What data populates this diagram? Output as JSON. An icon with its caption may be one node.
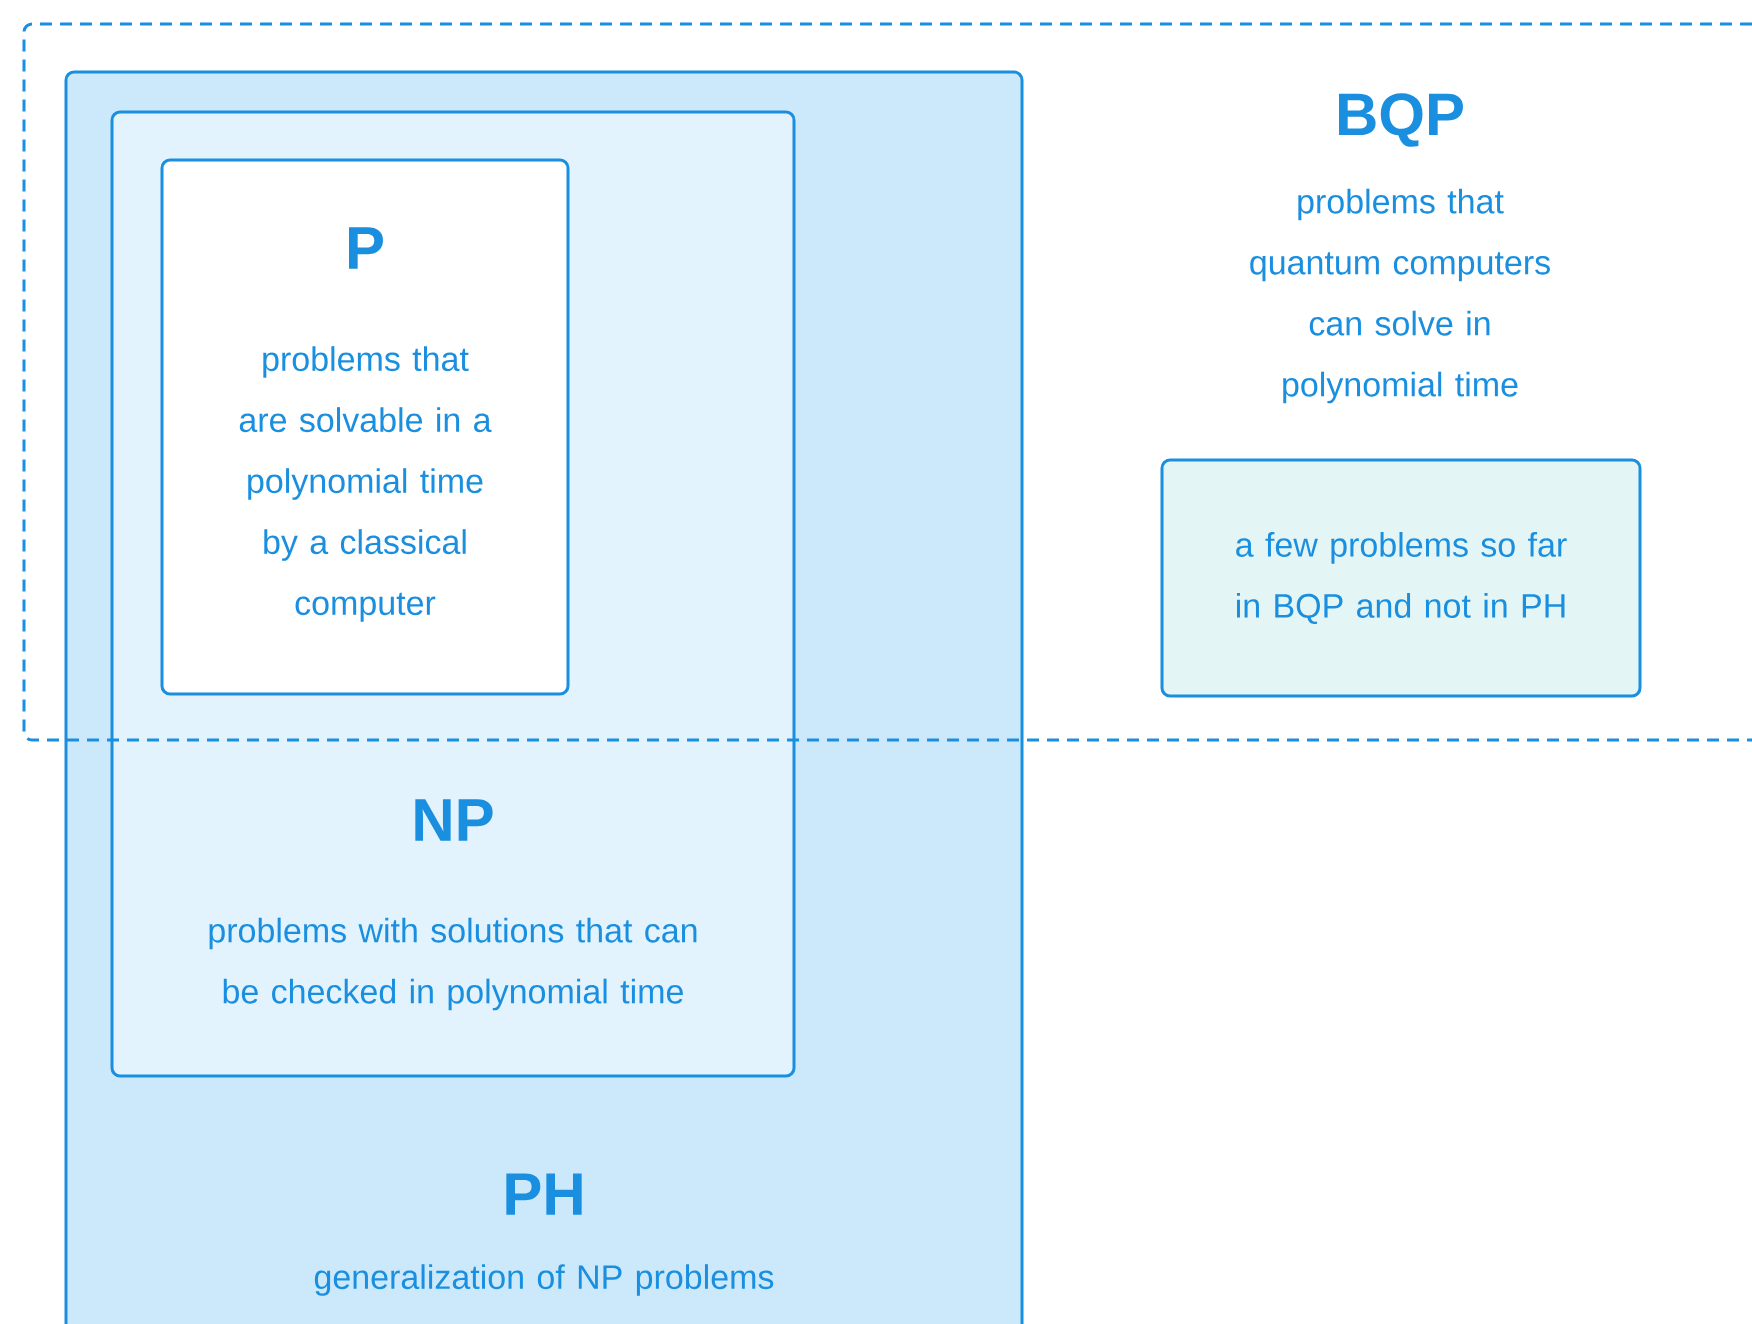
{
  "diagram": {
    "nodes": [
      {
        "text": [
          "PH",
          "generalization of NP problems"
        ]
      },
      {
        "text": [
          "NP",
          "problems with solutions that can be checked in polynomial time"
        ],
        "in": 0
      },
      {
        "text": [
          "P",
          "problems that are solvable in a polynomial time by a classical computer"
        ]
      },
      {
        "text": [
          "BQP",
          "problems that quantum computers can solve in polynomial time"
        ]
      },
      {
        "text": [
          "a few problems so far in BQP and not in PH"
        ],
        "in": 3
      }
    ]
  }
}
